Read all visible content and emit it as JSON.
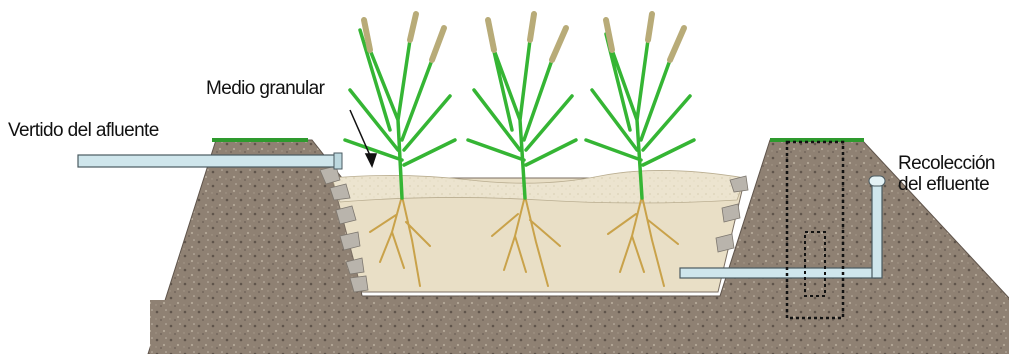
{
  "labels": {
    "medium": "Medio granular",
    "inlet": "Vertido del afluente",
    "outlet_line1": "Recolección",
    "outlet_line2": "del efluente"
  },
  "colors": {
    "soil": "#8f8173",
    "soil_dark": "#6e6257",
    "gravel_bed": "#e9dfc6",
    "pipe": "#cfe6ec",
    "pipe_edge": "#4a5a60",
    "grass": "#2e9a2e",
    "plant": "#35b534",
    "root": "#c9a24a",
    "seed_head": "#b8ab78"
  },
  "plants": [
    "plant-1",
    "plant-2",
    "plant-3"
  ]
}
